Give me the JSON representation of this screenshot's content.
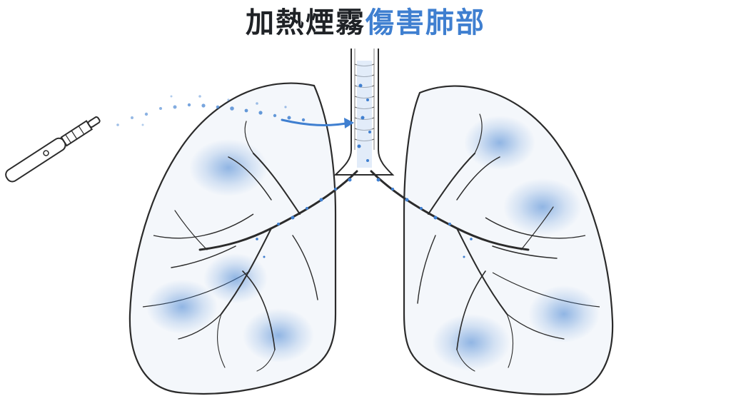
{
  "title": {
    "part1": "加熱煙霧",
    "part2": "傷害肺部"
  },
  "colors": {
    "title_dark": "#1f2226",
    "title_blue": "#3f7fd0",
    "outline": "#2b2b2b",
    "aerosol_blue": "#3f7fd0",
    "lung_fill": "#eef3fa"
  },
  "icons": {
    "device": "vape-pen-icon",
    "lungs": "lungs-illustration",
    "arrow": "inhale-arrow-icon"
  }
}
